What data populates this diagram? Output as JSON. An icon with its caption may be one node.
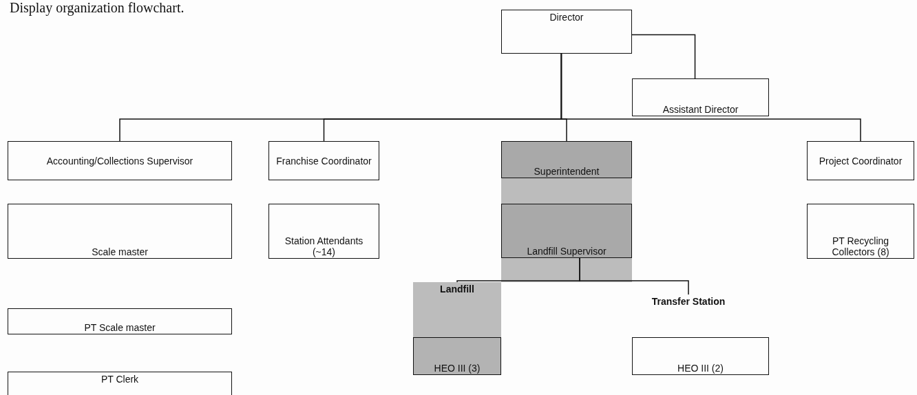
{
  "diagram": {
    "title": "Display organization flowchart.",
    "nodes": [
      {
        "text": [
          "Director"
        ]
      },
      {
        "text": [
          "Assistant Director"
        ]
      },
      {
        "text": [
          "Accounting/Collections Supervisor"
        ]
      },
      {
        "text": [
          "Franchise Coordinator"
        ]
      },
      {
        "text": [
          "Superintendent"
        ]
      },
      {
        "text": [
          "Project Coordinator"
        ]
      },
      {
        "text": [
          "Scale master"
        ]
      },
      {
        "text": [
          "Station Attendants (~14)"
        ]
      },
      {
        "text": [
          "Landfill Supervisor"
        ]
      },
      {
        "text": [
          "PT Recycling Collectors (8)"
        ]
      },
      {
        "text": [
          "Landfill"
        ]
      },
      {
        "text": [
          "HEO III (3)"
        ],
        "in": 10
      },
      {
        "text": [
          "Transfer Station"
        ]
      },
      {
        "text": [
          "PT Scale master"
        ]
      },
      {
        "text": [
          "HEO III (2)"
        ]
      },
      {
        "text": [
          "PT Clerk"
        ]
      }
    ],
    "edges": [
      {
        "from": 0,
        "to": 1,
        "arrow": "none"
      },
      {
        "from": 0,
        "to": 2,
        "arrow": "none"
      },
      {
        "from": 0,
        "to": 3,
        "arrow": "none"
      },
      {
        "from": 0,
        "to": 4,
        "arrow": "none"
      },
      {
        "from": 0,
        "to": 5,
        "arrow": "none"
      },
      {
        "from": 8,
        "to": 10,
        "arrow": "none"
      },
      {
        "from": 8,
        "to": 12,
        "arrow": "none"
      }
    ]
  }
}
